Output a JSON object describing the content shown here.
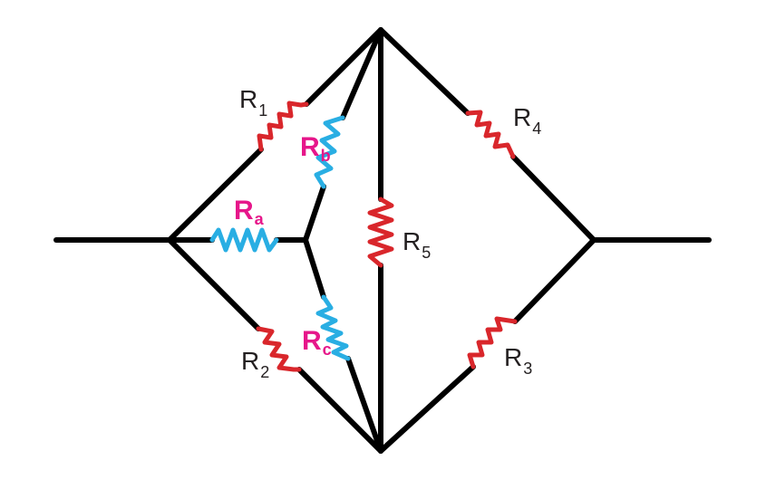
{
  "diagram": {
    "colors": {
      "wire": "#000000",
      "original_resistor": "#d9262b",
      "transformed_resistor": "#29aee3",
      "transformed_label": "#e6168a",
      "label": "#231f20"
    },
    "resistors": [
      {
        "id": "R1",
        "letter": "R",
        "subscript": "1",
        "group": "original"
      },
      {
        "id": "R2",
        "letter": "R",
        "subscript": "2",
        "group": "original"
      },
      {
        "id": "R3",
        "letter": "R",
        "subscript": "3",
        "group": "original"
      },
      {
        "id": "R4",
        "letter": "R",
        "subscript": "4",
        "group": "original"
      },
      {
        "id": "R5",
        "letter": "R",
        "subscript": "5",
        "group": "original"
      },
      {
        "id": "Ra",
        "letter": "R",
        "subscript": "a",
        "group": "transformed"
      },
      {
        "id": "Rb",
        "letter": "R",
        "subscript": "b",
        "group": "transformed"
      },
      {
        "id": "Rc",
        "letter": "R",
        "subscript": "c",
        "group": "transformed"
      }
    ]
  }
}
